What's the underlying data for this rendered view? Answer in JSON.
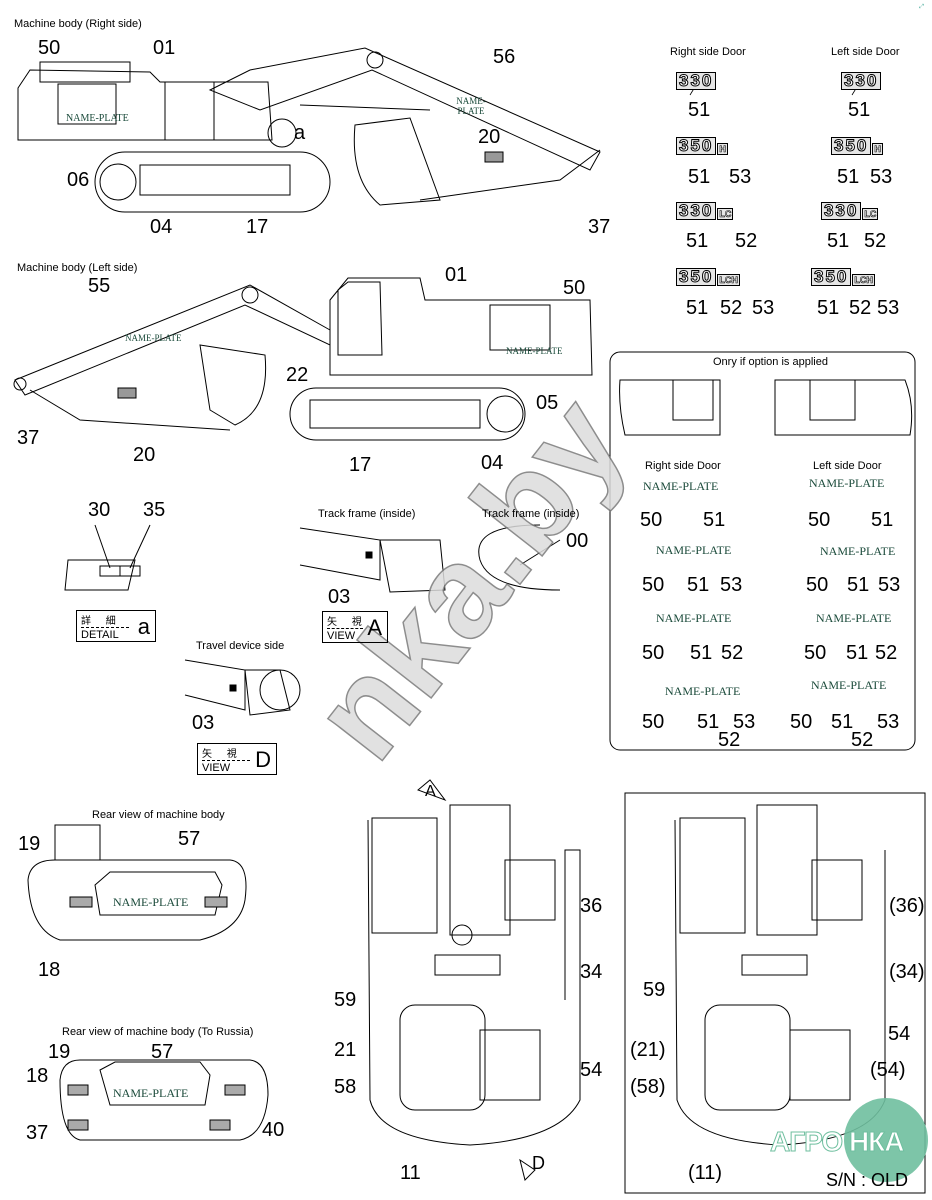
{
  "right_side_view": {
    "title": "Machine body (Right side)",
    "callouts": [
      "50",
      "01",
      "56",
      "a",
      "06",
      "04",
      "17",
      "20",
      "37"
    ],
    "nameplates": [
      "NAME-PLATE",
      "NAME-PLATE"
    ]
  },
  "left_side_view": {
    "title": "Machine body (Left side)",
    "callouts": [
      "55",
      "01",
      "50",
      "22",
      "05",
      "37",
      "20",
      "17",
      "04"
    ],
    "nameplates": [
      "NAME-PLATE",
      "NAME-PLATE"
    ]
  },
  "door_decals": {
    "right_title": "Right side Door",
    "left_title": "Left side Door",
    "rows": [
      {
        "model": "330",
        "suffix": "",
        "callouts": [
          "51"
        ]
      },
      {
        "model": "350",
        "suffix": "H",
        "callouts": [
          "51",
          "53"
        ]
      },
      {
        "model": "330",
        "suffix": "LC",
        "callouts": [
          "51",
          "52"
        ]
      },
      {
        "model": "350",
        "suffix": "LCH",
        "callouts": [
          "51",
          "52",
          "53"
        ]
      }
    ]
  },
  "option_box": {
    "title": "Onry if option is applied",
    "right_title": "Right side Door",
    "left_title": "Left side Door",
    "nameplate": "NAME-PLATE",
    "rows": [
      {
        "callouts": [
          "50",
          "51"
        ]
      },
      {
        "callouts": [
          "50",
          "51",
          "53"
        ]
      },
      {
        "callouts": [
          "50",
          "51",
          "52"
        ]
      },
      {
        "callouts": [
          "50",
          "51",
          "53",
          "52"
        ]
      }
    ]
  },
  "detail_a": {
    "callouts": [
      "30",
      "35"
    ],
    "jp": "詳 細",
    "label": "DETAIL",
    "letter": "a"
  },
  "view_a": {
    "title_1": "Track frame (inside)",
    "title_2": "Track frame (inside)",
    "callouts": [
      "03",
      "00"
    ],
    "jp": "矢 視",
    "label": "VIEW",
    "letter": "A"
  },
  "view_d": {
    "title": "Travel device side",
    "callouts": [
      "03"
    ],
    "jp": "矢 視",
    "label": "VIEW",
    "letter": "D"
  },
  "rear_view": {
    "title": "Rear view of machine body",
    "callouts": [
      "19",
      "57",
      "18"
    ],
    "nameplate": "NAME-PLATE"
  },
  "rear_view_russia": {
    "title": "Rear view of machine body (To Russia)",
    "callouts": [
      "19",
      "57",
      "18",
      "37",
      "40"
    ],
    "nameplate": "NAME-PLATE"
  },
  "plan_view": {
    "arrow_a": "A",
    "arrow_d": "D",
    "callouts": [
      "36",
      "34",
      "59",
      "21",
      "58",
      "54",
      "11"
    ]
  },
  "plan_view_old": {
    "callouts": [
      "(36)",
      "(34)",
      "59",
      "54",
      "(21)",
      "(58)",
      "(54)",
      "(11)"
    ],
    "serial": "S/N : OLD"
  },
  "watermark": "nka.by",
  "logo": "АГРО НКА",
  "colors": {
    "line": "#000000",
    "nameplate_text": "#1a4a3a",
    "logo_green": "#6fbf9f"
  }
}
